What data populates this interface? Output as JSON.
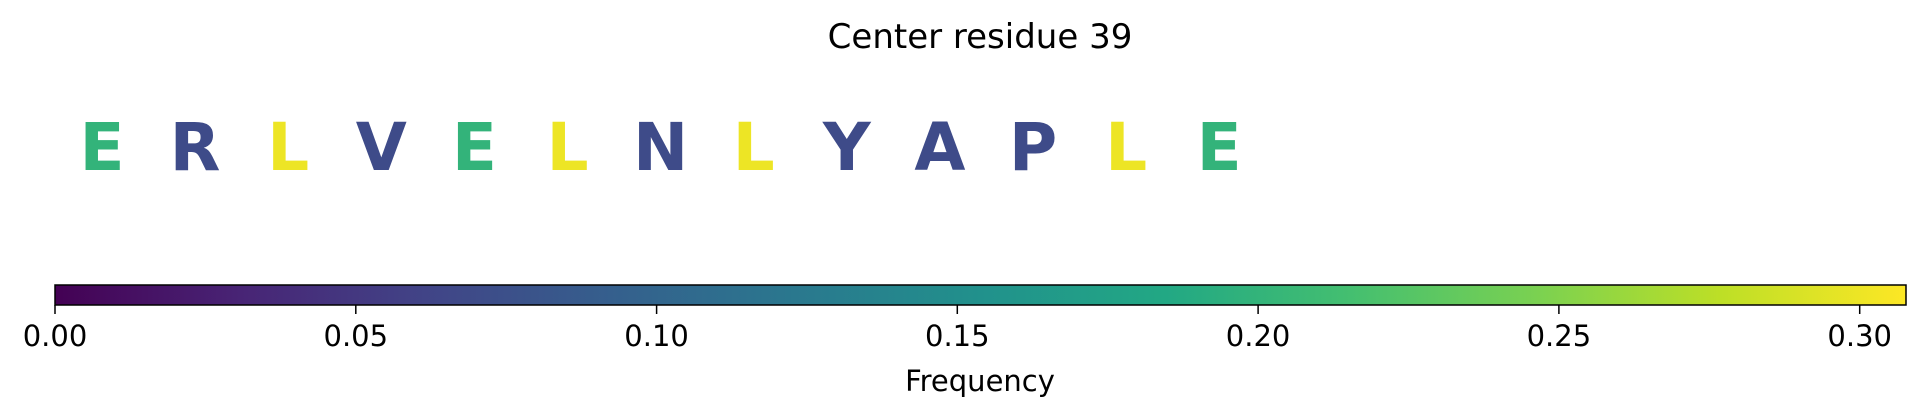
{
  "chart_data": {
    "type": "heatmap",
    "title": "Center residue 39",
    "residues": [
      {
        "letter": "E",
        "frequency": 0.2
      },
      {
        "letter": "R",
        "frequency": 0.07
      },
      {
        "letter": "L",
        "frequency": 0.3
      },
      {
        "letter": "V",
        "frequency": 0.07
      },
      {
        "letter": "E",
        "frequency": 0.2
      },
      {
        "letter": "L",
        "frequency": 0.3
      },
      {
        "letter": "N",
        "frequency": 0.07
      },
      {
        "letter": "L",
        "frequency": 0.3
      },
      {
        "letter": "Y",
        "frequency": 0.07
      },
      {
        "letter": "A",
        "frequency": 0.07
      },
      {
        "letter": "P",
        "frequency": 0.07
      },
      {
        "letter": "L",
        "frequency": 0.3
      },
      {
        "letter": "E",
        "frequency": 0.2
      }
    ],
    "colorbar": {
      "label": "Frequency",
      "range": [
        0,
        0.3077
      ],
      "colormap": "viridis",
      "ticks": [
        0.0,
        0.05,
        0.1,
        0.15,
        0.2,
        0.25,
        0.3
      ],
      "tick_labels": [
        "0.00",
        "0.05",
        "0.10",
        "0.15",
        "0.20",
        "0.25",
        "0.30"
      ]
    }
  }
}
